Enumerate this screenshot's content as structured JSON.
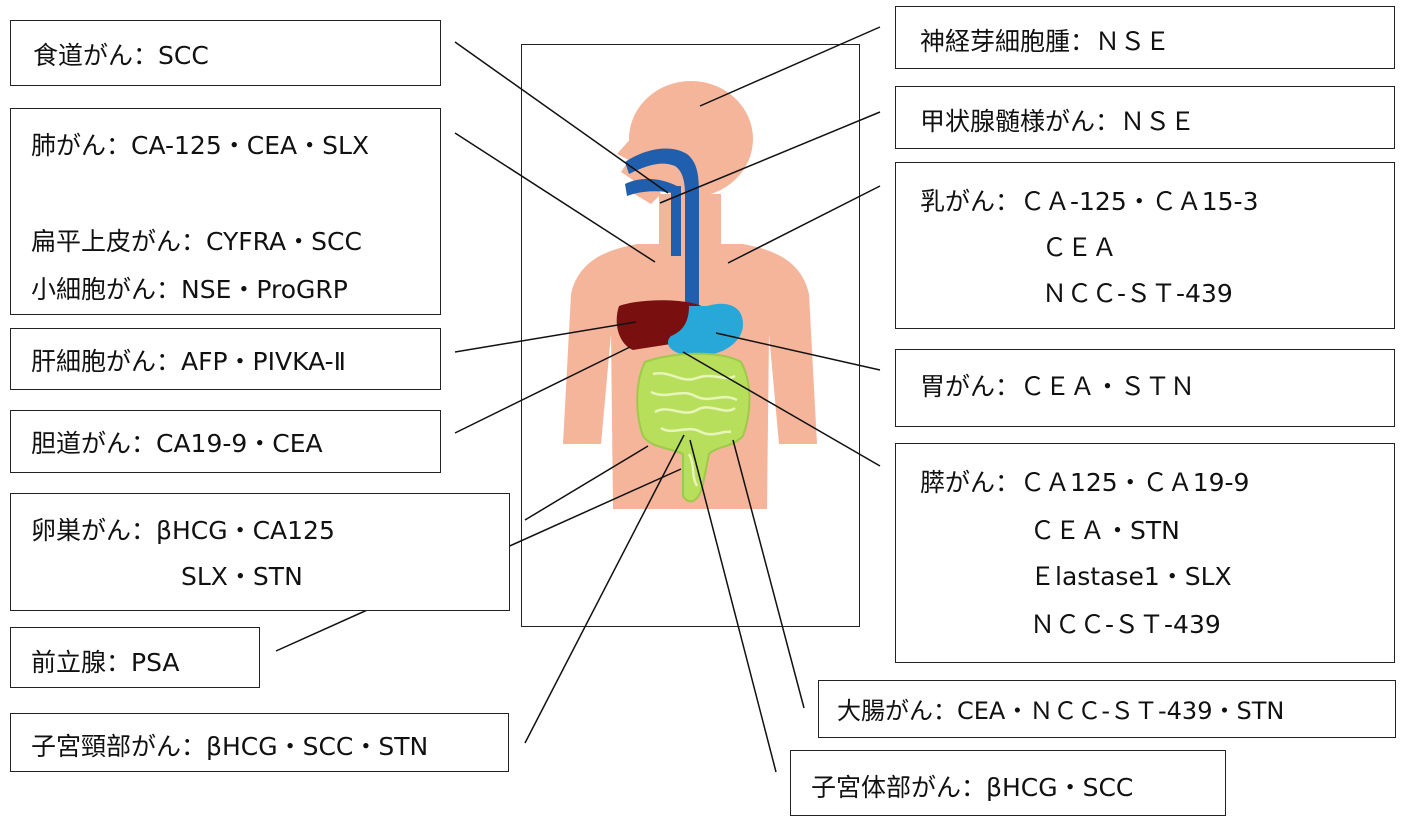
{
  "diagram": {
    "left_labels": {
      "esophagus": "食道がん：SCC",
      "lung_main": "肺がん：CA-125・CEA・SLX",
      "lung_squamous": "扁平上皮がん：CYFRA・SCC",
      "lung_small_cell": "小細胞がん：NSE・ProGRP",
      "liver": "肝細胞がん：AFP・PIVKA-Ⅱ",
      "biliary": "胆道がん：CA19-9・CEA",
      "ovary_line1": "卵巣がん：βHCG・CA125",
      "ovary_line2": "SLX・STN",
      "prostate": "前立腺：PSA",
      "cervix": "子宮頸部がん：βHCG・SCC・STN"
    },
    "right_labels": {
      "neuroblastoma": "神経芽細胞腫：ＮＳＥ",
      "thyroid": "甲状腺髄様がん：ＮＳＥ",
      "breast_line1": "乳がん：ＣＡ-125・ＣＡ15-3",
      "breast_line2": "ＣＥＡ",
      "breast_line3": "ＮＣＣ-ＳＴ-439",
      "stomach": "胃がん：ＣＥＡ・ＳＴＮ",
      "pancreas_line1": "膵がん：ＣＡ125・ＣＡ19-9",
      "pancreas_line2": "ＣＥＡ・STN",
      "pancreas_line3": "Ｅlastase1・SLX",
      "pancreas_line4": "ＮＣＣ-ＳＴ-439",
      "colon": "大腸がん：CEA・ＮＣＣ-ＳＴ-439・STN",
      "uterine_body": "子宮体部がん：βHCG・SCC"
    },
    "colors": {
      "skin": "#f5b59a",
      "digestive_tract": "#1f5fae",
      "liver": "#7a0f0f",
      "stomach": "#27a8d8",
      "intestine": "#b8df5c",
      "line": "#111111"
    }
  }
}
